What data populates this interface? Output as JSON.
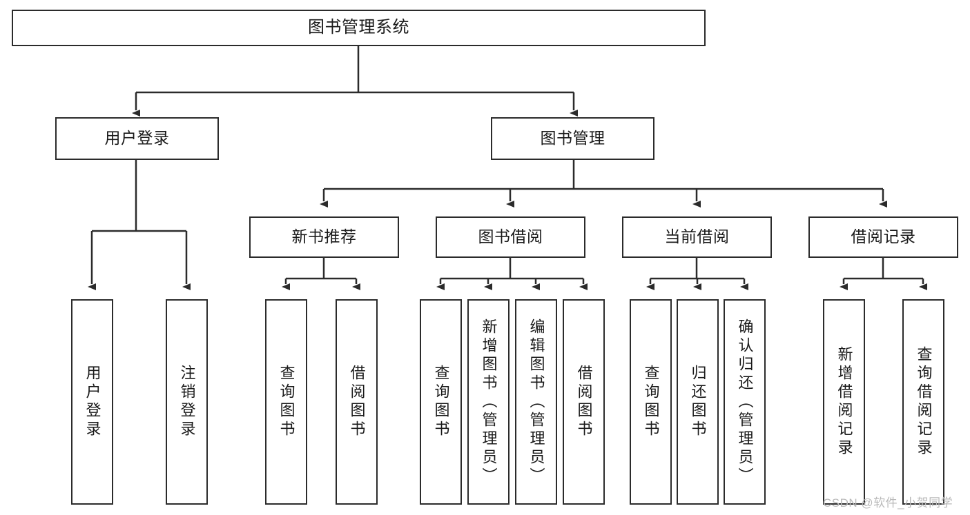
{
  "diagram": {
    "title": "图书管理系统",
    "type": "tree",
    "watermark": "CSDN @软件_小贺同学",
    "colors": {
      "stroke": "#2b2b2b",
      "fill": "#ffffff",
      "text": "#1a1a1a",
      "watermark": "#b9b9b9"
    },
    "levels": {
      "root": {
        "label": "图书管理系统"
      },
      "level2": [
        {
          "id": "user-login",
          "label": "用户登录"
        },
        {
          "id": "book-manage",
          "label": "图书管理"
        }
      ],
      "level3": [
        {
          "id": "new-book-rec",
          "label": "新书推荐",
          "parent": "book-manage"
        },
        {
          "id": "book-borrow",
          "label": "图书借阅",
          "parent": "book-manage"
        },
        {
          "id": "current-borrow",
          "label": "当前借阅",
          "parent": "book-manage"
        },
        {
          "id": "borrow-record",
          "label": "借阅记录",
          "parent": "book-manage"
        }
      ],
      "leaves": [
        {
          "id": "leaf-1",
          "label": "用户登录",
          "parent": "user-login"
        },
        {
          "id": "leaf-2",
          "label": "注销登录",
          "parent": "user-login"
        },
        {
          "id": "leaf-3",
          "label": "查询图书",
          "parent": "new-book-rec"
        },
        {
          "id": "leaf-4",
          "label": "借阅图书",
          "parent": "new-book-rec"
        },
        {
          "id": "leaf-5",
          "label": "查询图书",
          "parent": "book-borrow"
        },
        {
          "id": "leaf-6",
          "label": "新增图书（管理员）",
          "parent": "book-borrow"
        },
        {
          "id": "leaf-7",
          "label": "编辑图书（管理员）",
          "parent": "book-borrow"
        },
        {
          "id": "leaf-8",
          "label": "借阅图书",
          "parent": "book-borrow"
        },
        {
          "id": "leaf-9",
          "label": "查询图书",
          "parent": "current-borrow"
        },
        {
          "id": "leaf-10",
          "label": "归还图书",
          "parent": "current-borrow"
        },
        {
          "id": "leaf-11",
          "label": "确认归还（管理员）",
          "parent": "current-borrow"
        },
        {
          "id": "leaf-12",
          "label": "新增借阅记录",
          "parent": "borrow-record"
        },
        {
          "id": "leaf-13",
          "label": "查询借阅记录",
          "parent": "borrow-record"
        }
      ]
    }
  }
}
